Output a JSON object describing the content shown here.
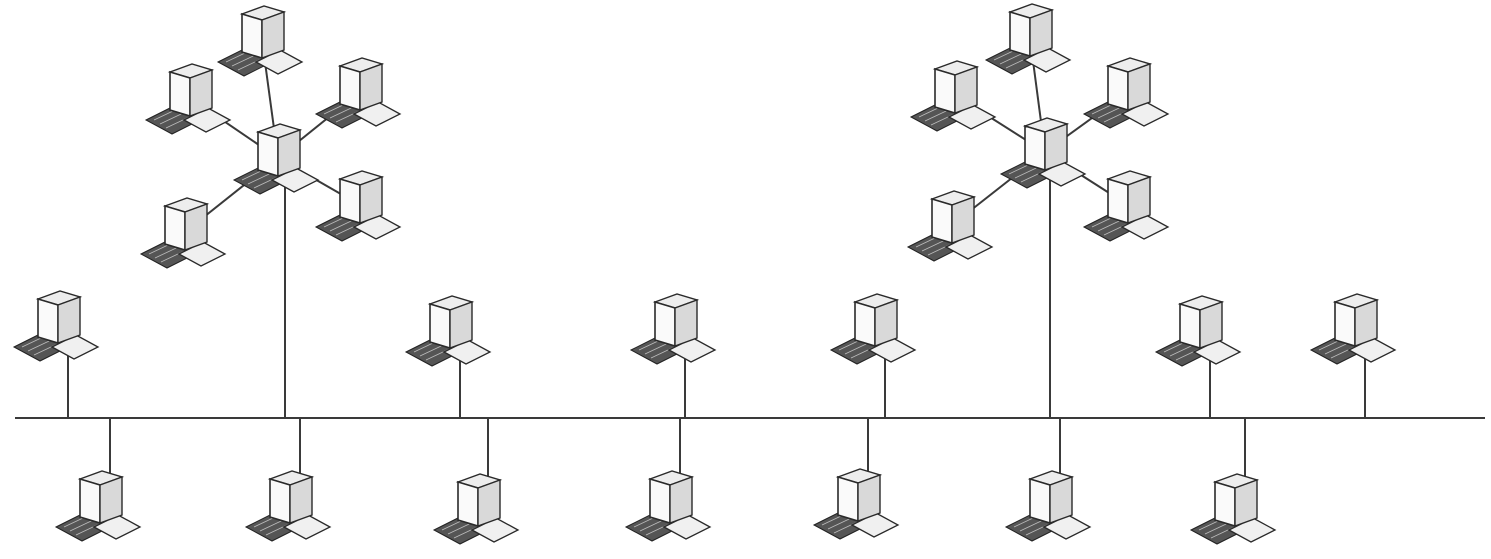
{
  "diagram": {
    "topology": "tree-bus",
    "node_icon": "desktop-computer-icon",
    "trunk_bus": {
      "node_count": 14
    },
    "star_clusters": [
      {
        "name": "left-star",
        "leaf_count": 5
      },
      {
        "name": "right-star",
        "leaf_count": 5
      }
    ],
    "colors": {
      "line": "#3a3a3a",
      "ink": "#2a2a2a",
      "paper": "#ffffff"
    }
  }
}
